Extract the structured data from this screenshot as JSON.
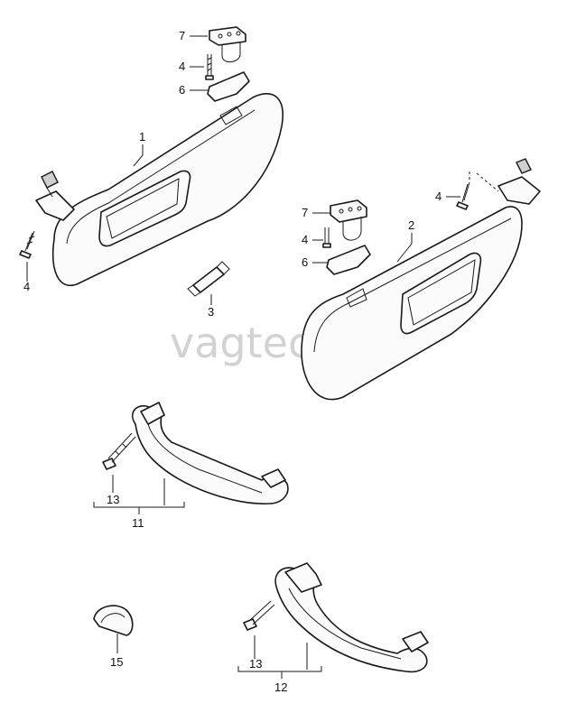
{
  "watermark": "vagtec.ru",
  "callouts": {
    "c1": "1",
    "c2": "2",
    "c3": "3",
    "c4a": "4",
    "c4b": "4",
    "c4c": "4",
    "c4d": "4",
    "c6a": "6",
    "c6b": "6",
    "c7a": "7",
    "c7b": "7",
    "c11": "11",
    "c12": "12",
    "c13a": "13",
    "c13b": "13",
    "c15": "15"
  }
}
